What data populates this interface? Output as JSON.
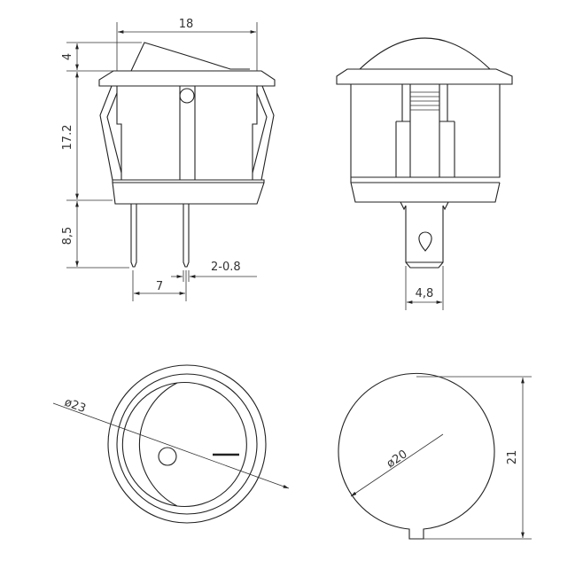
{
  "front_view": {
    "width_label": "18",
    "rocker_height_label": "4",
    "body_height_label": "17.2",
    "pin_length_label": "8,5",
    "pin_pitch_label": "7",
    "pin_width_label": "2-0.8"
  },
  "side_view": {
    "terminal_width_label": "4,8"
  },
  "bottom_left_view": {
    "diameter_label": "ø23"
  },
  "bottom_right_view": {
    "diameter_label": "ø20",
    "height_label": "21"
  },
  "colors": {
    "line": "#222222",
    "background": "#ffffff"
  }
}
